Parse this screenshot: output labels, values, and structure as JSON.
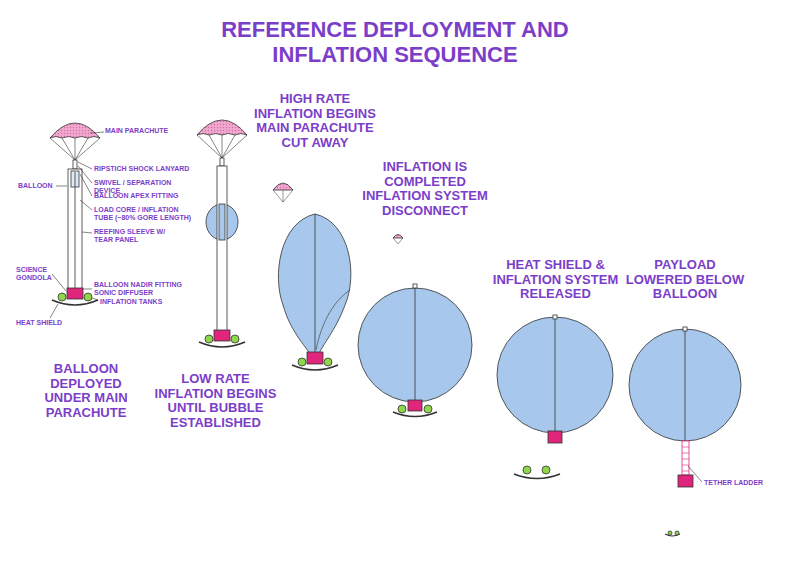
{
  "diagram": {
    "title": "REFERENCE DEPLOYMENT AND INFLATION SEQUENCE",
    "labels": [
      "MAIN PARACHUTE",
      "RIPSTICH SHOCK LANYARD",
      "SWIVEL / SEPARATION DEVICE",
      "BALLOON APEX FITTING",
      "BALLOON",
      "LOAD CORE / INFLATION TUBE (~80% GORE LENGTH)",
      "REEFING SLEEVE W/ TEAR PANEL",
      "SCIENCE GONDOLA",
      "BALLOON NADIR FITTING SONIC DIFFUSER",
      "INFLATION TANKS",
      "HEAT SHIELD",
      "TETHER LADDER",
      "BALLOON DEPLOYED UNDER MAIN PARACHUTE",
      "LOW RATE INFLATION BEGINS UNTIL BUBBLE ESTABLISHED",
      "HIGH RATE INFLATION BEGINS MAIN PARACHUTE CUT AWAY",
      "INFLATION IS COMPLETED INFLATION SYSTEM DISCONNECT",
      "HEAT SHIELD & INFLATION SYSTEM RELEASED",
      "PAYLOAD LOWERED BELOW BALLOON"
    ]
  }
}
